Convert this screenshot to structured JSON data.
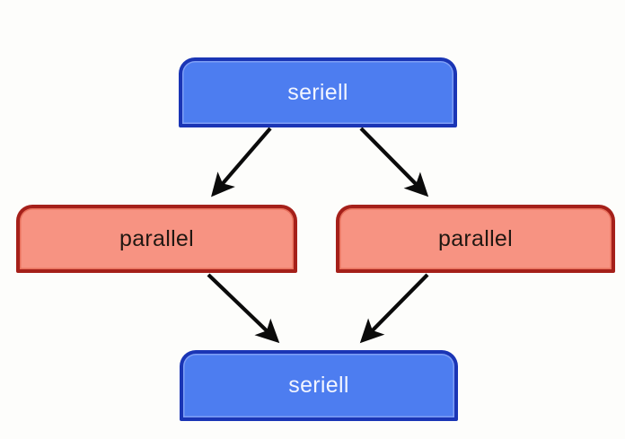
{
  "diagram": {
    "type": "flowchart",
    "background_color": "#fdfdfb",
    "nodes": [
      {
        "id": "seriell-top",
        "label": "seriell",
        "kind": "seriell",
        "fill_color": "#4d7df0",
        "border_color": "#1a35b5",
        "text_color": "#f2f5ff"
      },
      {
        "id": "parallel-left",
        "label": "parallel",
        "kind": "parallel",
        "fill_color": "#f79382",
        "border_color": "#a5201a",
        "text_color": "#211812"
      },
      {
        "id": "parallel-right",
        "label": "parallel",
        "kind": "parallel",
        "fill_color": "#f79382",
        "border_color": "#a5201a",
        "text_color": "#211812"
      },
      {
        "id": "seriell-bottom",
        "label": "seriell",
        "kind": "seriell",
        "fill_color": "#4d7df0",
        "border_color": "#1a35b5",
        "text_color": "#f2f5ff"
      }
    ],
    "edges": [
      {
        "id": "edge-top-to-left",
        "from": "seriell-top",
        "to": "parallel-left",
        "color": "#0b0b0b",
        "label": ""
      },
      {
        "id": "edge-top-to-right",
        "from": "seriell-top",
        "to": "parallel-right",
        "color": "#0b0b0b",
        "label": ""
      },
      {
        "id": "edge-left-to-bottom",
        "from": "parallel-left",
        "to": "seriell-bottom",
        "color": "#0b0b0b",
        "label": ""
      },
      {
        "id": "edge-right-to-bottom",
        "from": "parallel-right",
        "to": "seriell-bottom",
        "color": "#0b0b0b",
        "label": ""
      }
    ]
  }
}
